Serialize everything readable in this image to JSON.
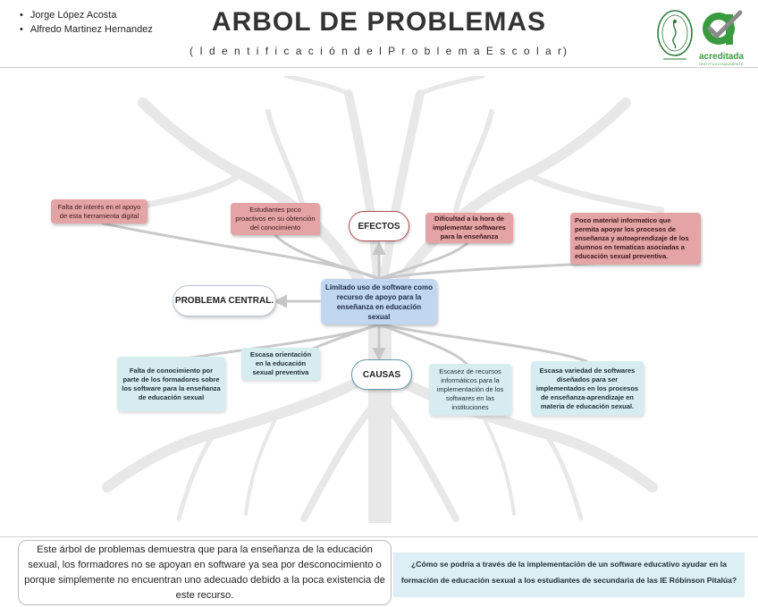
{
  "authors": [
    "Jorge López Acosta",
    "Alfredo Martinez Hernandez"
  ],
  "title": "ARBOL DE  PROBLEMAS",
  "subtitle": "( I d e n t i f i c a c i ó n d e l P r o b l e m a    E s c o l a r)",
  "logos": {
    "accreditation_text": "acreditada",
    "accreditation_subtext": "INSTITUCIONALMENTE"
  },
  "labels": {
    "efectos": "EFECTOS",
    "causas": "CAUSAS",
    "problema_central": "PROBLEMA CENTRAL."
  },
  "central_problem": "Limitado uso de software como recurso de apoyo para la enseñanza en educación sexual",
  "effects": [
    "Falta de interés en el apoyo de esta herramienta digital",
    "Estudiantes poco proactivos en su obtención del conocimiento",
    "Dificultad a la hora de implementar softwares para la enseñanza",
    "Poco material informatico que permita apoyar los procesos de enseñanza y autoaprendizaje de los alumnos en tematicas asociadas a educación sexual preventiva."
  ],
  "causes": [
    "Falta de conocimiento por parte de los formadores sobre los software para la enseñanza de educación sexual",
    "Escasa orientación en la educación sexual preventiva",
    "Escasez de recursos informáticos para la implementación de los softwares en las instituciones",
    "Escasa variedad de softwares diseñados para ser implementados en los procesos de enseñanza-aprendizaje en materia de educación sexual."
  ],
  "summary": "Este árbol de problemas demuestra que para la enseñanza de la educación sexual, los formadores no se apoyan en software ya sea por desconocimiento o porque simplemente no encuentran uno adecuado debido a la poca existencia de este recurso.",
  "question": "¿Cómo se podría a través de la implementación de un software educativo ayudar en la formación de educación sexual a los estudiantes de secundaria de las IE Róbinson Pitalúa?",
  "colors": {
    "effect_box": "#e4a3a4",
    "cause_box": "#d6ecf1",
    "central_box": "#c1d6ef",
    "efectos_border": "#b24a4e",
    "causas_border": "#5f9aa8",
    "accent_green": "#3a9a3f"
  }
}
